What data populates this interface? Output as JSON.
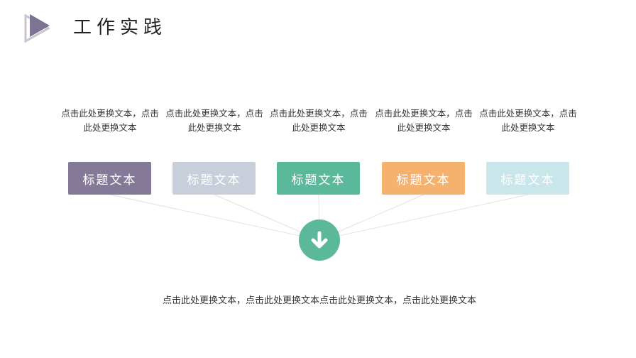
{
  "header": {
    "title": "工作实践",
    "logo_icon": "play-triangle-icon",
    "logo_color": "#7d7392"
  },
  "columns": [
    {
      "text": "点击此处更换文本，点击此处更换文本",
      "box_label": "标题文本",
      "color": "#847a98"
    },
    {
      "text": "点击此处更换文本，点击此处更换文本",
      "box_label": "标题文本",
      "color": "#c8cfda"
    },
    {
      "text": "点击此处更换文本，点击此处更换文本",
      "box_label": "标题文本",
      "color": "#5bb89a"
    },
    {
      "text": "点击此处更换文本，点击此处更换文本",
      "box_label": "标题文本",
      "color": "#f5b26e"
    },
    {
      "text": "点击此处更换文本，点击此处更换文本",
      "box_label": "标题文本",
      "color": "#c9e6ea"
    }
  ],
  "center_icon": {
    "name": "arrow-down-circle-icon",
    "color": "#5bb89a"
  },
  "bottom": {
    "text": "点击此处更换文本，点击此处更换文本点击此处更换文本，点击此处更换文本"
  }
}
